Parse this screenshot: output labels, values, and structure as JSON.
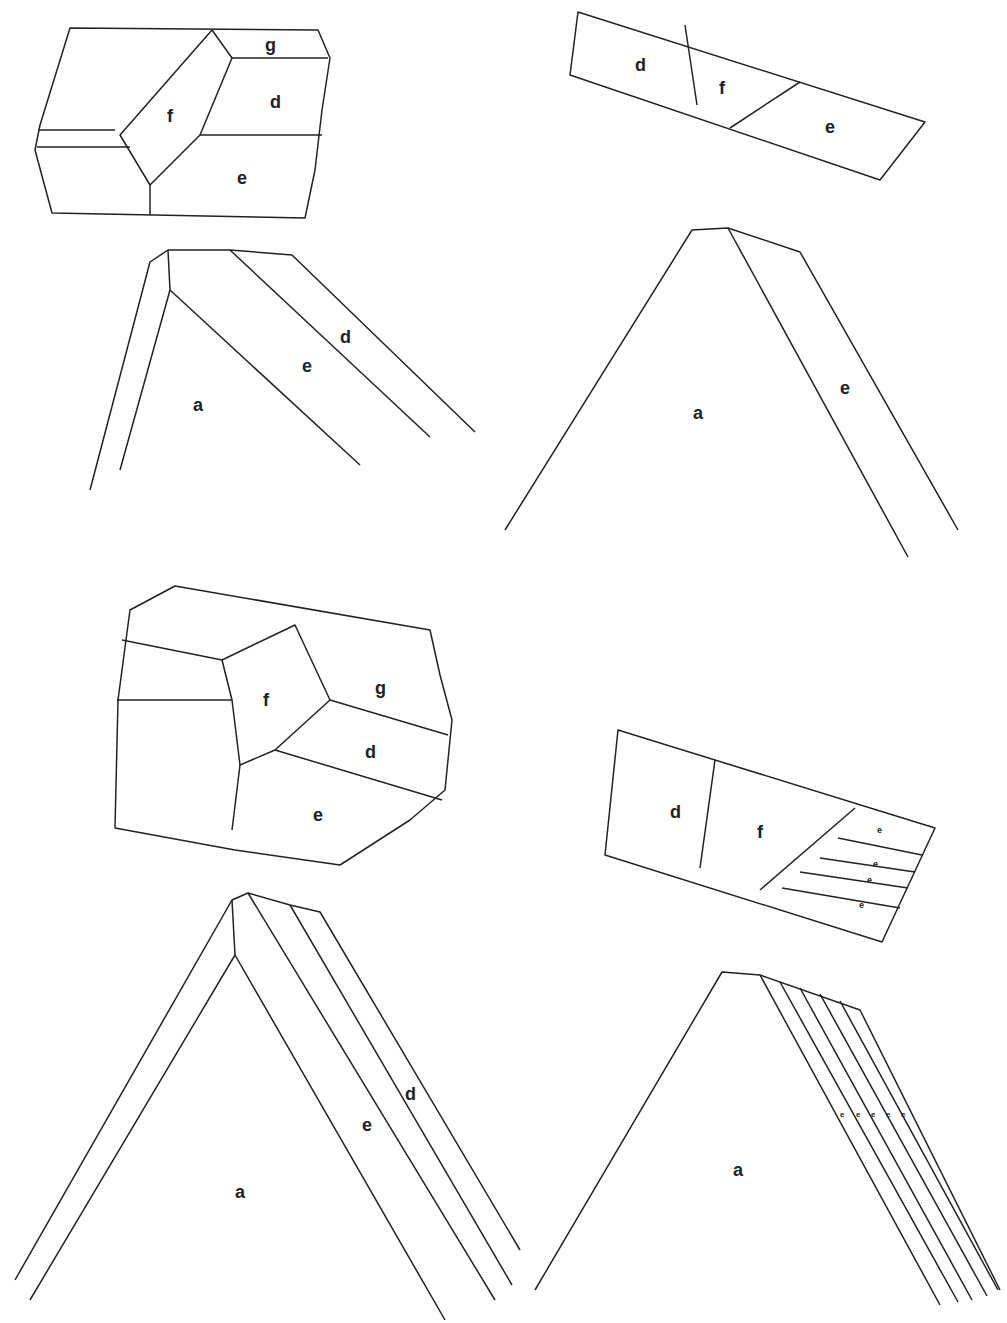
{
  "diagram": {
    "labels": [
      "g",
      "f",
      "d",
      "e",
      "d",
      "e",
      "a",
      "d",
      "f",
      "e",
      "a",
      "e",
      "f",
      "g",
      "d",
      "e",
      "d",
      "e",
      "a",
      "d",
      "f",
      "e",
      "e",
      "e",
      "e",
      "a",
      "e",
      "e",
      "e",
      "e",
      "e"
    ]
  }
}
